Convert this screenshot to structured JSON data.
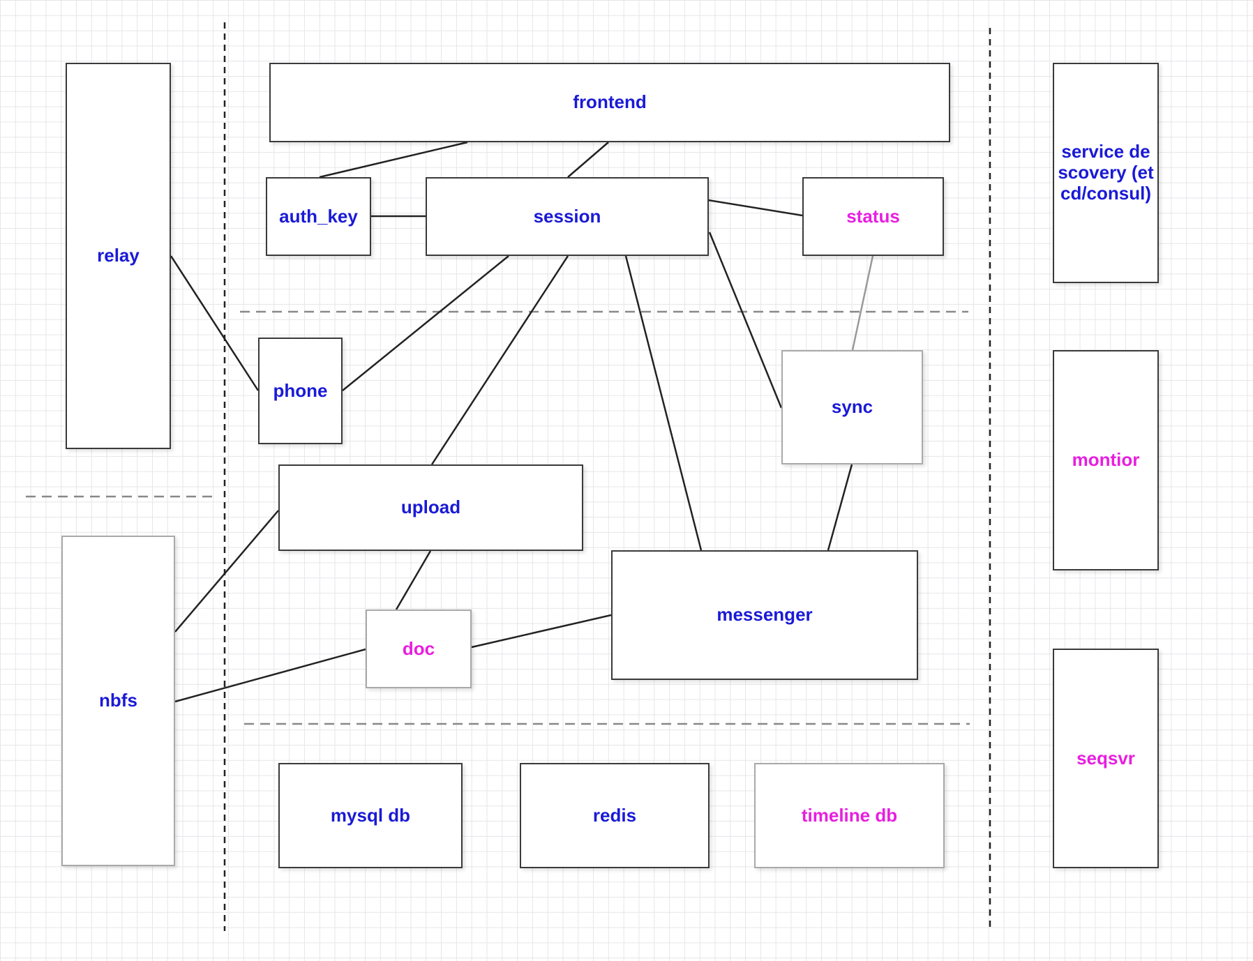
{
  "nodes": {
    "frontend": "frontend",
    "auth_key": "auth_key",
    "session": "session",
    "status": "status",
    "relay": "relay",
    "phone": "phone",
    "sync": "sync",
    "upload": "upload",
    "messenger": "messenger",
    "doc": "doc",
    "nbfs": "nbfs",
    "mysql_db": "mysql db",
    "redis": "redis",
    "timeline_db": "timeline db",
    "service_discovery": "service descovery (etcd/consul)",
    "monitor": "montior",
    "seqsvr": "seqsvr"
  },
  "colors": {
    "label_blue": "#1a1ad6",
    "label_pink": "#e81ee0",
    "edge": "#222222",
    "divider": "#777777"
  },
  "edges": [
    [
      "auth_key",
      "frontend"
    ],
    [
      "session",
      "frontend"
    ],
    [
      "auth_key",
      "session"
    ],
    [
      "session",
      "status"
    ],
    [
      "session",
      "phone"
    ],
    [
      "session",
      "upload"
    ],
    [
      "session",
      "messenger"
    ],
    [
      "session",
      "sync"
    ],
    [
      "status",
      "sync"
    ],
    [
      "sync",
      "messenger"
    ],
    [
      "relay",
      "phone"
    ],
    [
      "upload",
      "nbfs"
    ],
    [
      "upload",
      "doc"
    ],
    [
      "doc",
      "messenger"
    ],
    [
      "nbfs",
      "doc"
    ]
  ]
}
